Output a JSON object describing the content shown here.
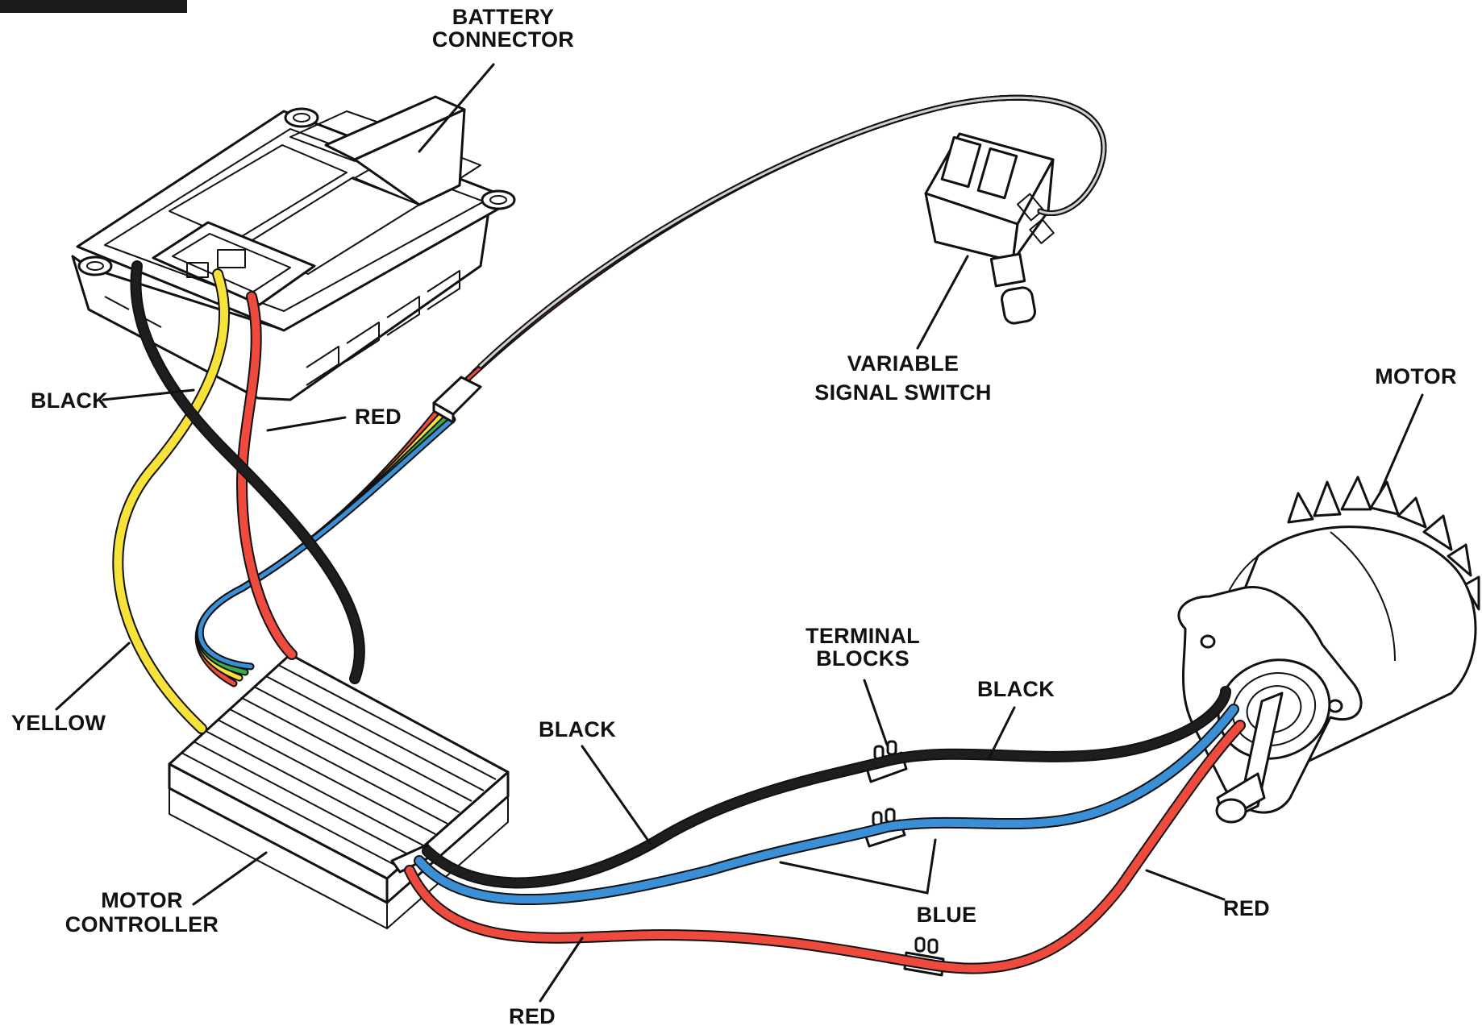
{
  "colors": {
    "black_wire": "#1e1e1e",
    "red_wire": "#ee4a3d",
    "yellow_wire": "#f6e23a",
    "blue_wire": "#3b8fd6",
    "green_wire": "#3aaa4a",
    "grey_wire": "#cfcfcf",
    "outline": "#111111"
  },
  "labels": {
    "battery_connector_line1": "BATTERY",
    "battery_connector_line2": "CONNECTOR",
    "variable_switch_line1": "VARIABLE",
    "variable_switch_line2": "SIGNAL SWITCH",
    "motor": "MOTOR",
    "black_top": "BLACK",
    "red_top": "RED",
    "yellow": "YELLOW",
    "terminal_blocks_line1": "TERMINAL",
    "terminal_blocks_line2": "BLOCKS",
    "black_right": "BLACK",
    "black_mid": "BLACK",
    "blue": "BLUE",
    "red_right": "RED",
    "motor_controller_line1": "MOTOR",
    "motor_controller_line2": "CONTROLLER",
    "red_bottom": "RED"
  }
}
